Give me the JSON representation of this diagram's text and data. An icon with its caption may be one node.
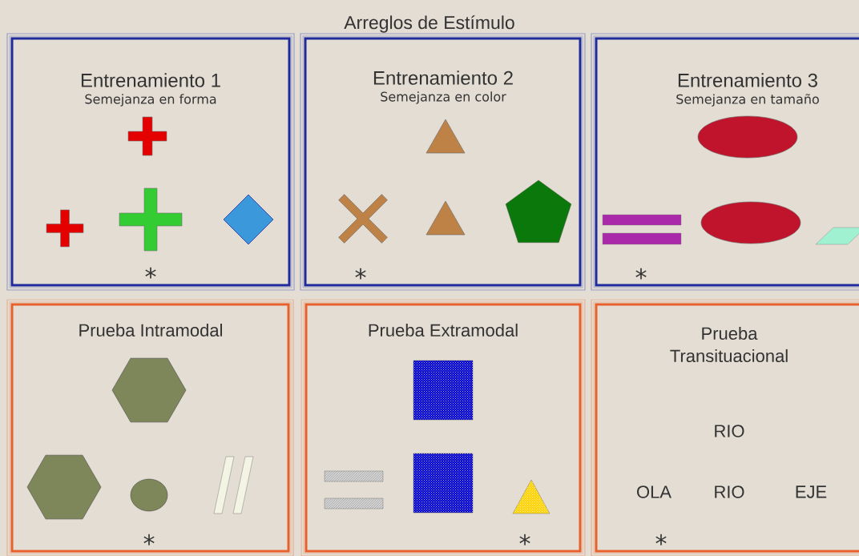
{
  "diagram": {
    "title": "Arreglos de Estímulo",
    "nodes": [
      {
        "text": [
          "Entrenamiento 1",
          "Semejanza en forma"
        ]
      },
      {
        "text": [
          "Entrenamiento 2",
          "Semejanza en color"
        ]
      },
      {
        "text": [
          "Entrenamiento 3",
          "Semejanza en tamaño"
        ]
      },
      {
        "text": [
          "Prueba Intramodal"
        ]
      },
      {
        "text": [
          "Prueba Extramodal"
        ]
      },
      {
        "text": [
          "Prueba Transituacional",
          "RIO",
          "OLA",
          "RIO",
          "EJE"
        ]
      }
    ],
    "labels": [
      "*",
      "*",
      "*",
      "*",
      "*",
      "*"
    ]
  }
}
